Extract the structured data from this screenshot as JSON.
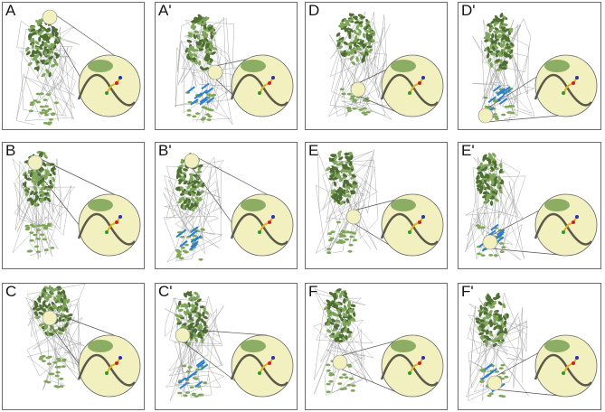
{
  "figure": {
    "panels": [
      {
        "label": "A"
      },
      {
        "label": "A'"
      },
      {
        "label": "D"
      },
      {
        "label": "D'"
      },
      {
        "label": "B"
      },
      {
        "label": "B'"
      },
      {
        "label": "E"
      },
      {
        "label": "E'"
      },
      {
        "label": "C"
      },
      {
        "label": "C'"
      },
      {
        "label": "F"
      },
      {
        "label": "F'"
      }
    ],
    "colors": {
      "helix": "#7fa65a",
      "helix_dark": "#4e6e33",
      "sheet": "#2b7fd4",
      "coil": "#9a9a9a",
      "inset_fill": "#f3f0c0",
      "border": "#6b6b6b"
    }
  }
}
